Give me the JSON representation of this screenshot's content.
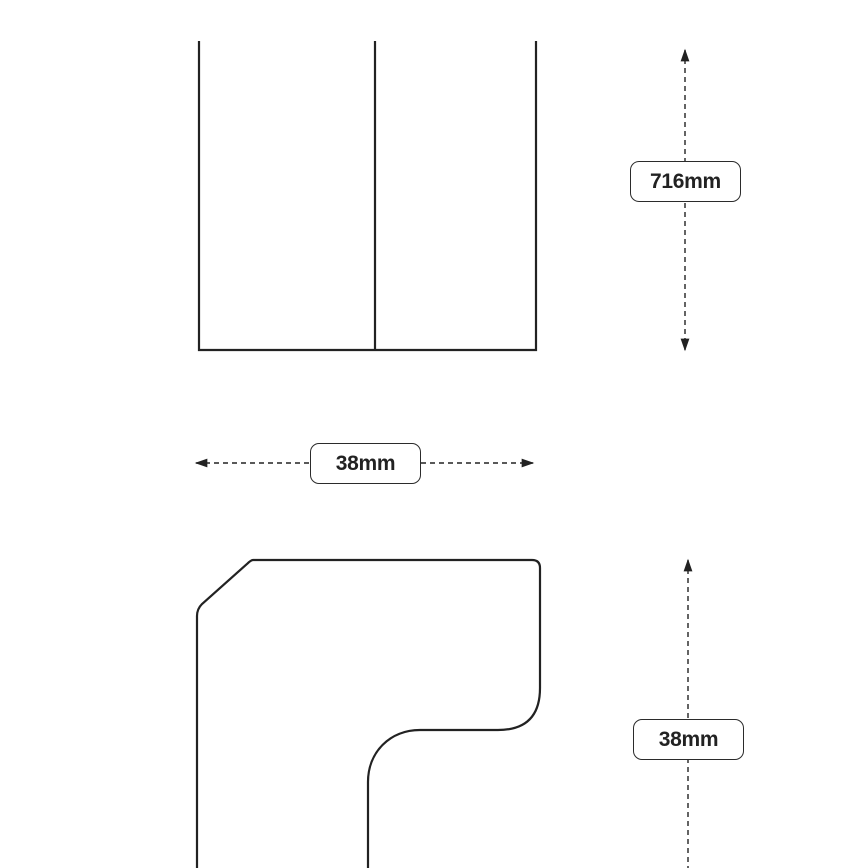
{
  "dimensions": {
    "height_label": "716mm",
    "width_label": "38mm",
    "depth_label": "38mm"
  },
  "colors": {
    "line": "#222222",
    "background": "#ffffff"
  }
}
